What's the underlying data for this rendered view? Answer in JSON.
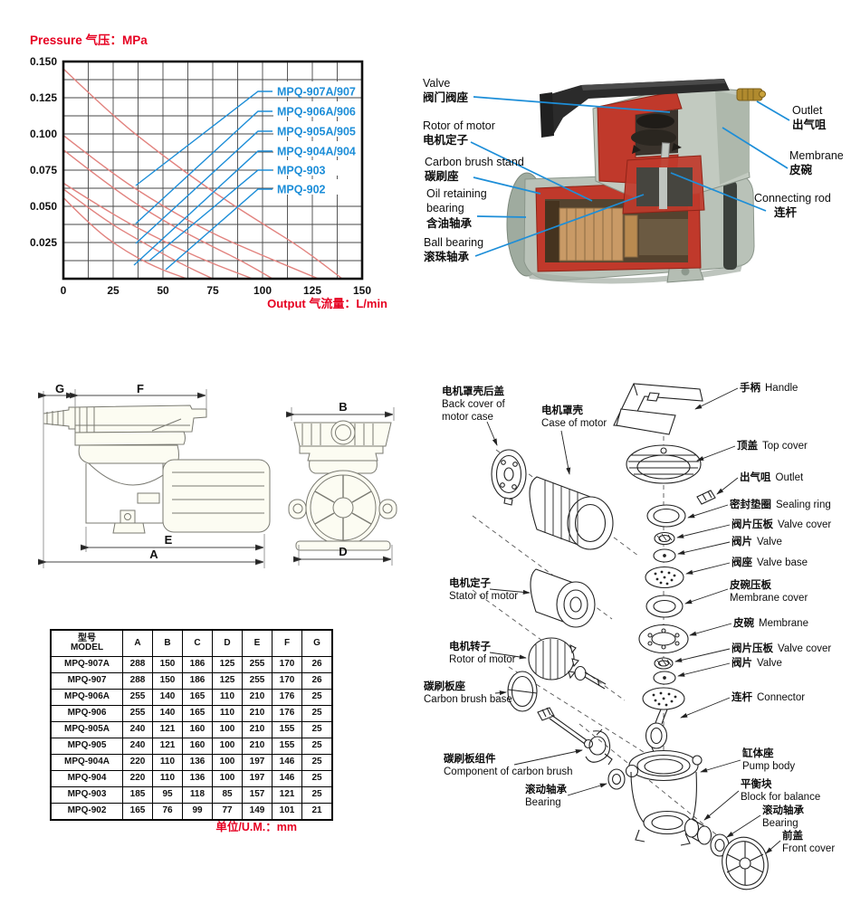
{
  "colors": {
    "accent_red": "#e60021",
    "curve_red": "#e2837f",
    "leader_blue": "#1d8ed8",
    "grid": "#474747",
    "plot_border": "#101010",
    "line_art": "#222222"
  },
  "chart_data": {
    "type": "line",
    "title": "Pressure 气压：MPa",
    "xlabel": "Output 气流量：L/min",
    "ylabel": "",
    "xlim": [
      0,
      150
    ],
    "ylim": [
      0,
      0.15
    ],
    "xticks": [
      "0",
      "25",
      "50",
      "75",
      "100",
      "125",
      "150"
    ],
    "ytick_values": [
      0.15,
      0.125,
      0.1,
      0.075,
      0.05,
      0.025
    ],
    "yticks": [
      "0.150",
      "0.125",
      "0.100",
      "0.075",
      "0.050",
      "0.025"
    ],
    "grid": "on",
    "grid_step": {
      "x": 12.5,
      "y": 0.0125
    },
    "legend_position": "upper right inside plot",
    "series": [
      {
        "name": "MPQ-907A/907",
        "points": [
          [
            0,
            0.145
          ],
          [
            25,
            0.112
          ],
          [
            50,
            0.085
          ],
          [
            75,
            0.06
          ],
          [
            100,
            0.038
          ],
          [
            120,
            0.021
          ],
          [
            140,
            0
          ]
        ]
      },
      {
        "name": "MPQ-906A/906",
        "points": [
          [
            0,
            0.099
          ],
          [
            25,
            0.072
          ],
          [
            50,
            0.05
          ],
          [
            75,
            0.031
          ],
          [
            100,
            0.016
          ],
          [
            128,
            0
          ]
        ]
      },
      {
        "name": "MPQ-905A/905",
        "points": [
          [
            0,
            0.089
          ],
          [
            25,
            0.062
          ],
          [
            50,
            0.04
          ],
          [
            75,
            0.022
          ],
          [
            90,
            0.012
          ],
          [
            105,
            0
          ]
        ]
      },
      {
        "name": "MPQ-904A/904",
        "points": [
          [
            0,
            0.066
          ],
          [
            25,
            0.044
          ],
          [
            50,
            0.026
          ],
          [
            72,
            0.012
          ],
          [
            95,
            0
          ]
        ]
      },
      {
        "name": "MPQ-903",
        "points": [
          [
            0,
            0.062
          ],
          [
            20,
            0.041
          ],
          [
            40,
            0.025
          ],
          [
            58,
            0.011
          ],
          [
            75,
            0
          ]
        ]
      },
      {
        "name": "MPQ-902",
        "points": [
          [
            0,
            0.056
          ],
          [
            15,
            0.035
          ],
          [
            30,
            0.02
          ],
          [
            46,
            0.008
          ],
          [
            62,
            0
          ]
        ]
      }
    ]
  },
  "photo": {
    "labels": {
      "valve": {
        "en": "Valve",
        "zh": "阀门阀座"
      },
      "rotor": {
        "en": "Rotor of motor",
        "zh": "电机定子"
      },
      "carbon": {
        "en": "Carbon brush stand",
        "zh": "碳刷座"
      },
      "oil": {
        "en": "Oil retaining bearing",
        "zh": "含油轴承"
      },
      "ball": {
        "en": "Ball bearing",
        "zh": "滚珠轴承"
      },
      "outlet": {
        "en": "Outlet",
        "zh": "出气咀"
      },
      "membrane": {
        "en": "Membrane",
        "zh": "皮碗"
      },
      "rod": {
        "en": "Connecting rod",
        "zh": "连杆"
      }
    }
  },
  "dims": {
    "g": "G",
    "f": "F",
    "e": "E",
    "a": "A",
    "b": "B",
    "d": "D"
  },
  "table": {
    "header": {
      "model_zh": "型号",
      "model_en": "MODEL",
      "cols": [
        "A",
        "B",
        "C",
        "D",
        "E",
        "F",
        "G"
      ]
    },
    "rows": [
      [
        "MPQ-907A",
        288,
        150,
        186,
        125,
        255,
        170,
        26
      ],
      [
        "MPQ-907",
        288,
        150,
        186,
        125,
        255,
        170,
        26
      ],
      [
        "MPQ-906A",
        255,
        140,
        165,
        110,
        210,
        176,
        25
      ],
      [
        "MPQ-906",
        255,
        140,
        165,
        110,
        210,
        176,
        25
      ],
      [
        "MPQ-905A",
        240,
        121,
        160,
        100,
        210,
        155,
        25
      ],
      [
        "MPQ-905",
        240,
        121,
        160,
        100,
        210,
        155,
        25
      ],
      [
        "MPQ-904A",
        220,
        110,
        136,
        100,
        197,
        146,
        25
      ],
      [
        "MPQ-904",
        220,
        110,
        136,
        100,
        197,
        146,
        25
      ],
      [
        "MPQ-903",
        185,
        95,
        118,
        85,
        157,
        121,
        25
      ],
      [
        "MPQ-902",
        165,
        76,
        99,
        77,
        149,
        101,
        21
      ]
    ],
    "unit": "单位/U.M.：mm"
  },
  "exploded": {
    "right": [
      {
        "zh": "手柄",
        "en": "Handle"
      },
      {
        "zh": "顶盖",
        "en": "Top cover"
      },
      {
        "zh": "出气咀",
        "en": "Outlet"
      },
      {
        "zh": "密封垫圈",
        "en": "Sealing ring"
      },
      {
        "zh": "阀片压板",
        "en": "Valve cover"
      },
      {
        "zh": "阀片",
        "en": "Valve"
      },
      {
        "zh": "阀座",
        "en": "Valve base"
      },
      {
        "zh": "皮碗压板",
        "en": "Membrane cover"
      },
      {
        "zh": "皮碗",
        "en": "Membrane"
      },
      {
        "zh": "阀片压板",
        "en": "Valve cover"
      },
      {
        "zh": "阀片",
        "en": "Valve"
      },
      {
        "zh": "连杆",
        "en": "Connector"
      },
      {
        "zh": "缸体座",
        "en": "Pump body"
      },
      {
        "zh": "平衡块",
        "en": "Block for balance"
      },
      {
        "zh": "滚动轴承",
        "en": "Bearing"
      },
      {
        "zh": "前盖",
        "en": "Front cover"
      }
    ],
    "left": [
      {
        "zh": "电机罩壳后盖",
        "en": "Back cover of motor case"
      },
      {
        "zh": "电机罩壳",
        "en": "Case of motor"
      },
      {
        "zh": "电机定子",
        "en": "Stator of motor"
      },
      {
        "zh": "电机转子",
        "en": "Rotor of motor"
      },
      {
        "zh": "碳刷板座",
        "en": "Carbon brush base"
      },
      {
        "zh": "碳刷板组件",
        "en": "Component of carbon brush"
      },
      {
        "zh": "滚动轴承",
        "en": "Bearing"
      }
    ]
  }
}
